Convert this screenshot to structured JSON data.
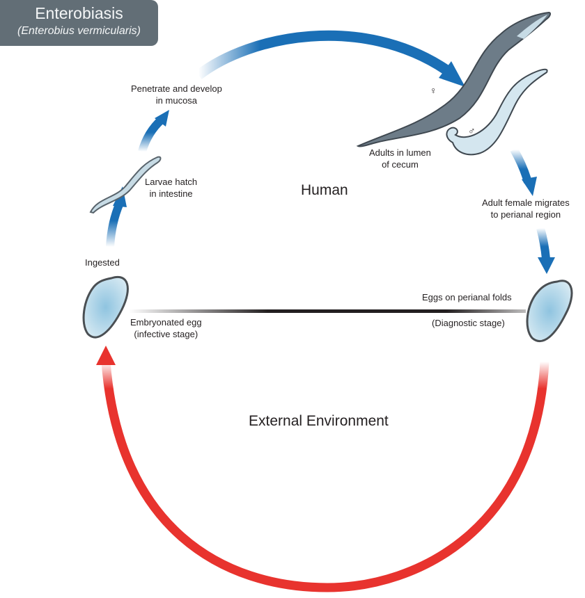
{
  "title": {
    "main": "Enterobiasis",
    "subtitle": "(Enterobius vermicularis)"
  },
  "regions": {
    "human": "Human",
    "external": "External Environment"
  },
  "stages": {
    "ingested": "Ingested",
    "larvae_line1": "Larvae hatch",
    "larvae_line2": "in intestine",
    "penetrate_line1": "Penetrate and develop",
    "penetrate_line2": "in mucosa",
    "adults_line1": "Adults in lumen",
    "adults_line2": "of cecum",
    "female_symbol": "♀",
    "male_symbol": "♂",
    "migrates_line1": "Adult female migrates",
    "migrates_line2": "to perianal region",
    "eggs_perianal": "Eggs on perianal folds",
    "diagnostic": "(Diagnostic stage)",
    "embryonated_line1": "Embryonated egg",
    "embryonated_line2": "(infective stage)"
  },
  "colors": {
    "title_bg": "#626e76",
    "human_arrow": "#1a6fb6",
    "environment_arrow": "#e8332e",
    "egg_fill": "#b9d9ea",
    "worm_fill": "#c7dbe5",
    "female_body": "#6d7c88"
  }
}
